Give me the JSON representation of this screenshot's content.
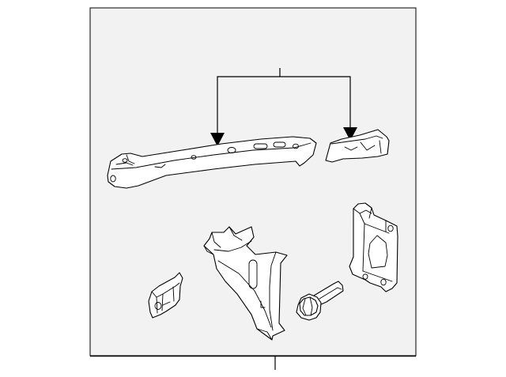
{
  "diagram": {
    "background_color": "#ffffff",
    "line_color": "#000000",
    "panel_fill": "#f2f2f2",
    "parts": [
      "radiator-support-tie-bar",
      "support-bracket",
      "support-brace",
      "side-bracket",
      "retainer-clip",
      "flange-bolt"
    ]
  }
}
